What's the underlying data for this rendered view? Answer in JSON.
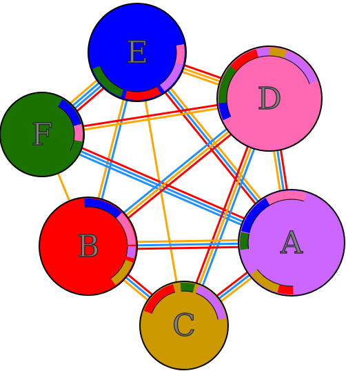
{
  "diagram": {
    "nodes": [
      {
        "id": "A",
        "label": "A",
        "color": "#CC66FF"
      },
      {
        "id": "B",
        "label": "B",
        "color": "#FF0000"
      },
      {
        "id": "C",
        "label": "C",
        "color": "#CC9900"
      },
      {
        "id": "D",
        "label": "D",
        "color": "#FF69B4"
      },
      {
        "id": "E",
        "label": "E",
        "color": "#0000FF"
      },
      {
        "id": "F",
        "label": "F",
        "color": "#1A7300"
      }
    ],
    "edges": [
      {
        "from": "E",
        "to": "D",
        "colors": [
          "#FF0000",
          "#FFA500",
          "#FFA500"
        ]
      },
      {
        "from": "E",
        "to": "F",
        "colors": [
          "#FF0000",
          "#1E90FF",
          "#1E90FF",
          "#FFA500"
        ]
      },
      {
        "from": "E",
        "to": "A",
        "colors": [
          "#FFA500",
          "#1E90FF",
          "#FF0000"
        ]
      },
      {
        "from": "E",
        "to": "B",
        "colors": [
          "#1E90FF",
          "#FFA500"
        ]
      },
      {
        "from": "E",
        "to": "C",
        "colors": [
          "#FFA500"
        ]
      },
      {
        "from": "F",
        "to": "D",
        "colors": [
          "#FF0000",
          "#FFA500"
        ]
      },
      {
        "from": "F",
        "to": "A",
        "colors": [
          "#FF0000",
          "#1E90FF",
          "#1E90FF"
        ]
      },
      {
        "from": "F",
        "to": "B",
        "colors": [
          "#FFA500"
        ]
      },
      {
        "from": "D",
        "to": "A",
        "colors": [
          "#FF0000",
          "#1E90FF",
          "#FFA500"
        ]
      },
      {
        "from": "D",
        "to": "B",
        "colors": [
          "#FF0000",
          "#FFA500",
          "#1E90FF"
        ]
      },
      {
        "from": "D",
        "to": "C",
        "colors": [
          "#1E90FF",
          "#FFA500",
          "#FF0000"
        ]
      },
      {
        "from": "A",
        "to": "B",
        "colors": [
          "#FF0000",
          "#1E90FF",
          "#FFA500"
        ]
      },
      {
        "from": "A",
        "to": "C",
        "colors": [
          "#FFA500",
          "#1E90FF",
          "#FF0000"
        ]
      },
      {
        "from": "B",
        "to": "C",
        "colors": [
          "#FF0000",
          "#1E90FF",
          "#FFA500"
        ]
      }
    ]
  }
}
